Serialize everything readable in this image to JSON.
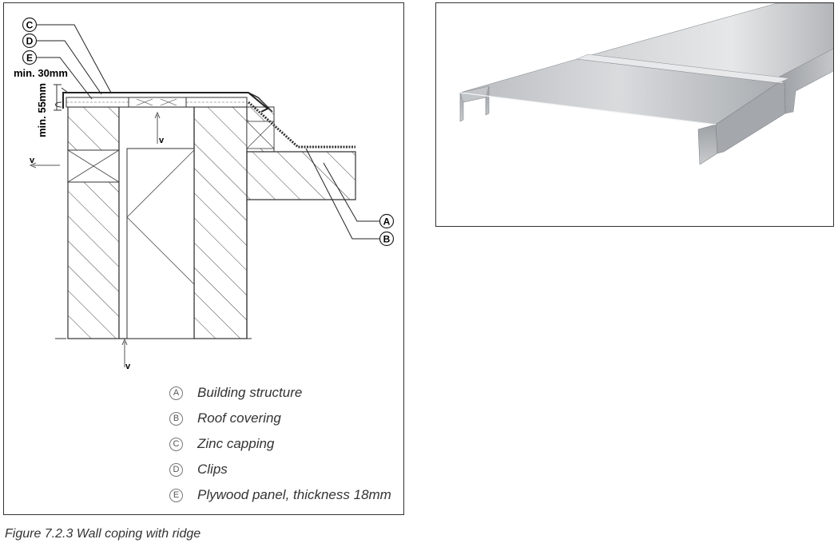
{
  "drawing": {
    "callouts": {
      "c": "C",
      "d": "D",
      "e": "E",
      "a": "A",
      "b": "B"
    },
    "dimensions": {
      "upstand": "min. 30mm",
      "height": "min. 55mm"
    },
    "arrows": {
      "v_left": "v",
      "v_mid": "v",
      "v_bottom": "v"
    }
  },
  "legend": [
    {
      "letter": "A",
      "label": "Building structure"
    },
    {
      "letter": "B",
      "label": "Roof covering"
    },
    {
      "letter": "C",
      "label": "Zinc capping"
    },
    {
      "letter": "D",
      "label": "Clips"
    },
    {
      "letter": "E",
      "label": "Plywood panel, thickness 18mm"
    }
  ],
  "caption": "Figure 7.2.3 Wall coping with ridge",
  "colors": {
    "line": "#333333",
    "zinc_light": "#dfe1e3",
    "zinc_mid": "#b7babd",
    "zinc_dark": "#8c9094"
  }
}
